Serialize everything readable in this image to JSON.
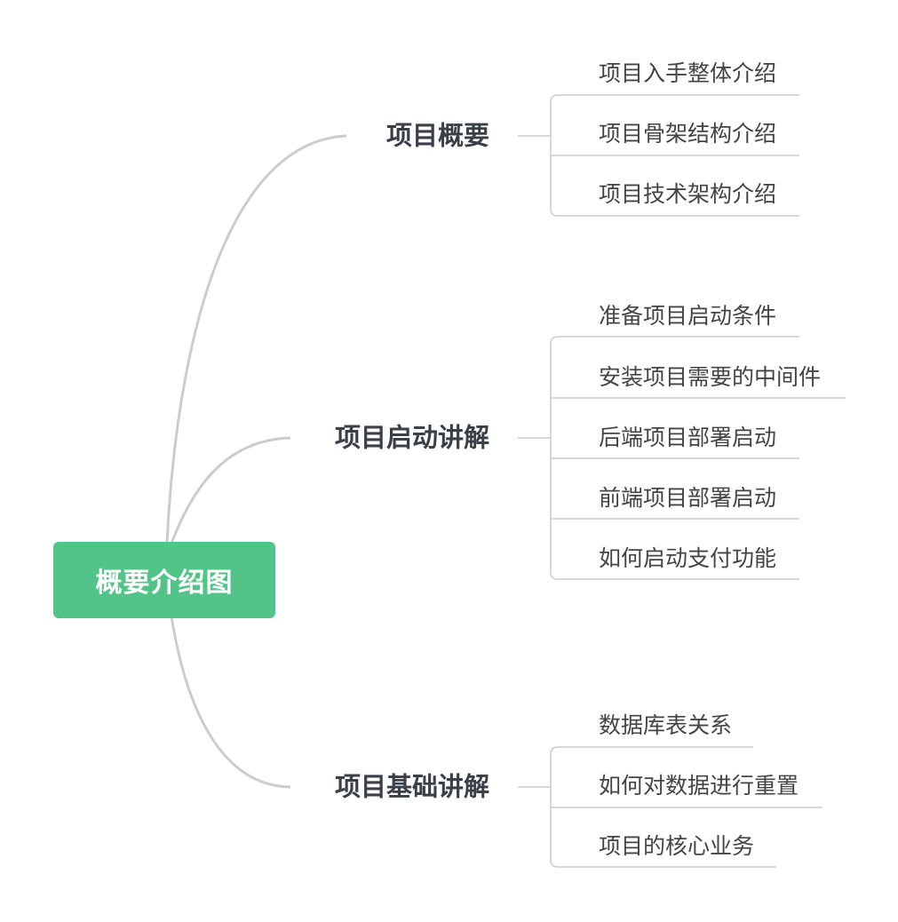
{
  "mindmap": {
    "root": "概要介绍图",
    "branches": [
      {
        "label": "项目概要",
        "items": [
          "项目入手整体介绍",
          "项目骨架结构介绍",
          "项目技术架构介绍"
        ]
      },
      {
        "label": "项目启动讲解",
        "items": [
          "准备项目启动条件",
          "安装项目需要的中间件",
          "后端项目部署启动",
          "前端项目部署启动",
          "如何启动支付功能"
        ]
      },
      {
        "label": "项目基础讲解",
        "items": [
          "数据库表关系",
          "如何对数据进行重置",
          "项目的核心业务"
        ]
      }
    ]
  },
  "colors": {
    "root_fill": "#52c48a",
    "root_text": "#ffffff",
    "branch_text": "#3b4048",
    "leaf_text": "#444444",
    "connector": "#cccccc"
  }
}
